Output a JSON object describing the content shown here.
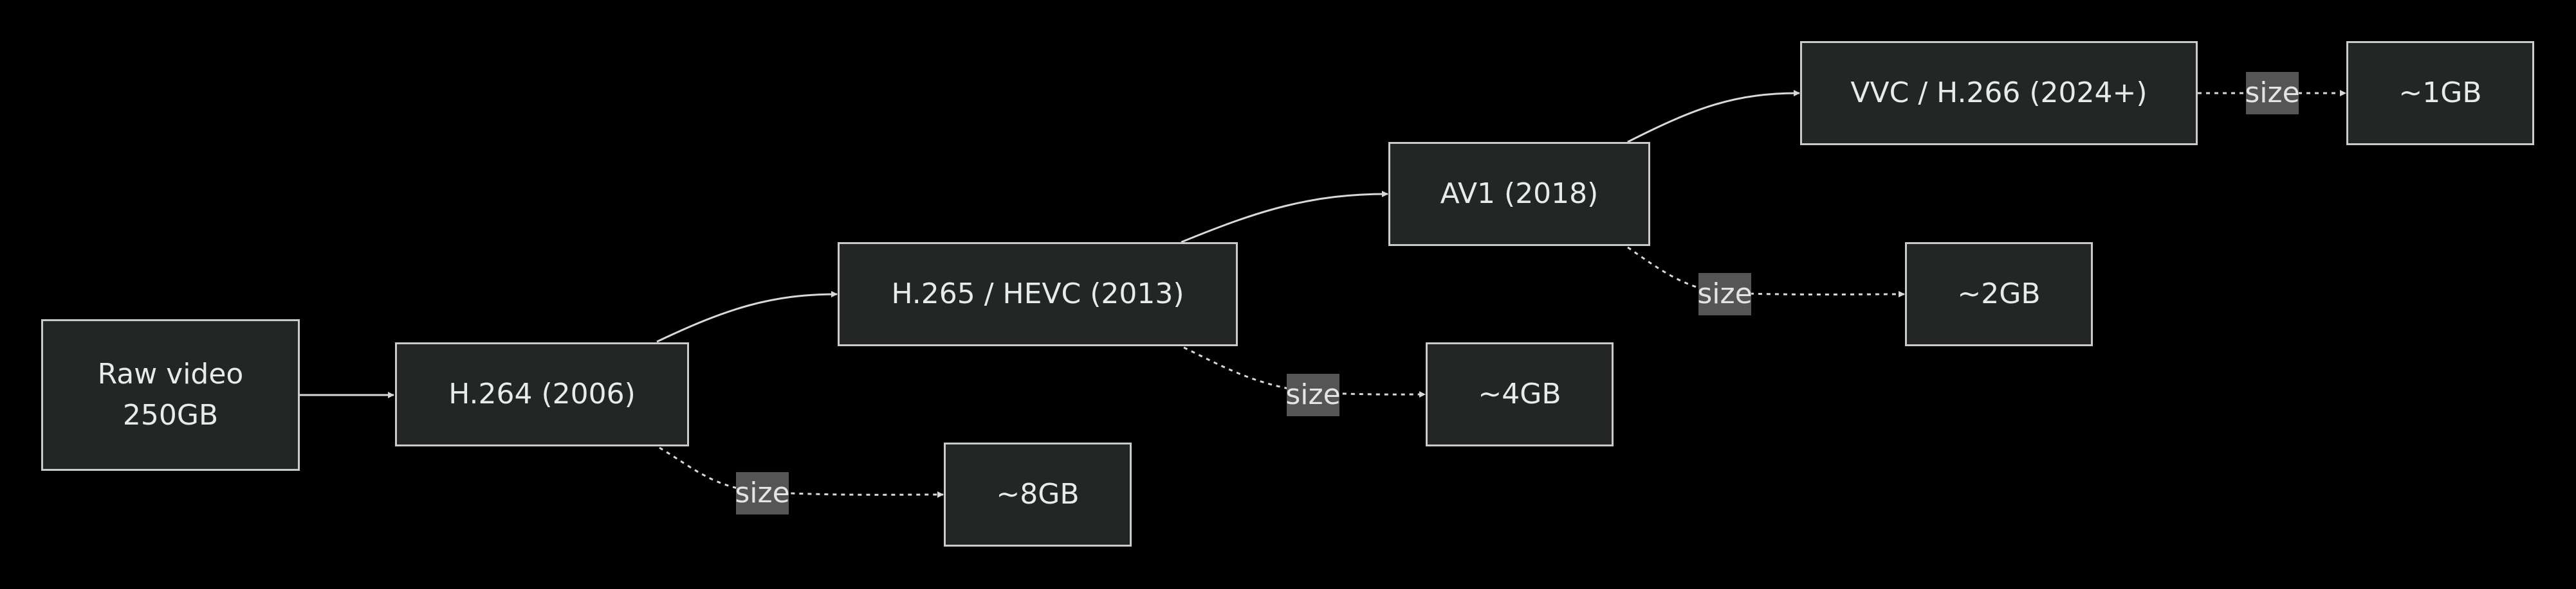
{
  "diagram": {
    "nodes": {
      "raw": {
        "label": "Raw video\n250GB"
      },
      "h264": {
        "label": "H.264 (2006)"
      },
      "h265": {
        "label": "H.265 / HEVC (2013)"
      },
      "av1": {
        "label": "AV1 (2018)"
      },
      "vvc": {
        "label": "VVC / H.266 (2024+)"
      },
      "gb8": {
        "label": "~8GB"
      },
      "gb4": {
        "label": "~4GB"
      },
      "gb2": {
        "label": "~2GB"
      },
      "gb1": {
        "label": "~1GB"
      }
    },
    "edge_labels": {
      "h264_size": "size",
      "h265_size": "size",
      "av1_size": "size",
      "vvc_size": "size"
    }
  }
}
